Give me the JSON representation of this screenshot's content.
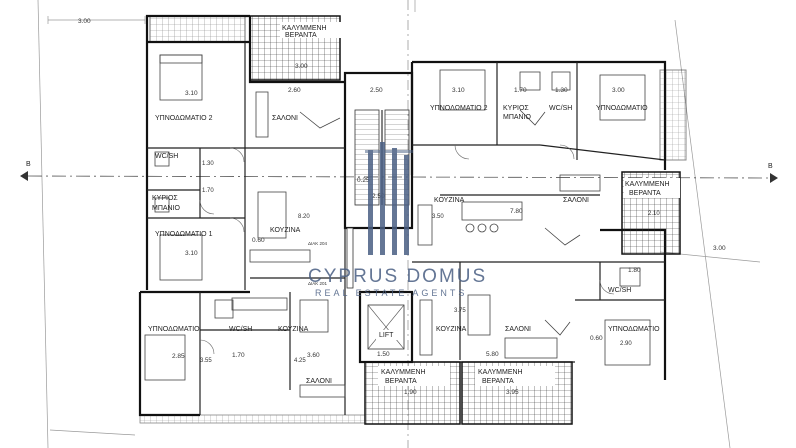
{
  "brand": {
    "name": "CYPRUS DOMUS",
    "tagline": "REAL ESTATE AGENTS",
    "color": "#4a5f83"
  },
  "axis_marker": "B",
  "rooms": {
    "bed2_left": "ΥΠΝΟΔΩΜΑΤΙΟ 2",
    "saloni_top_left": "ΣΑΛΟΝΙ",
    "wcsh_left": "WC/SH",
    "kyrios_left_1": "ΚΥΡΙΟΣ",
    "kyrios_left_2": "ΜΠΑΝΙΟ",
    "bed1_left": "ΥΠΝΟΔΩΜΑΤΙΟ 1",
    "kouzina_left": "ΚΟΥΖΙΝΑ",
    "bed_bottom_left": "ΥΠΝΟΔΩΜΑΤΙΟ",
    "wcsh_bottom_left": "WC/SH",
    "kouzina_bottom_left": "ΚΟΥΖΙΝΑ",
    "saloni_bottom_left": "ΣΑΛΟΝΙ",
    "lift": "LIFT",
    "kouzina_bottom_mid": "ΚΟΥΖΙΝΑ",
    "saloni_bottom_mid": "ΣΑΛΟΝΙ",
    "wcsh_bottom_right": "WC/SH",
    "bed_bottom_right": "ΥΠΝΟΔΩΜΑΤΙΟ",
    "bed2_right": "ΥΠΝΟΔΩΜΑΤΙΟ 2",
    "kyrios_right_1": "ΚΥΡΙΟΣ",
    "kyrios_right_2": "ΜΠΑΝΙΟ",
    "wcsh_top_right": "WC/SH",
    "bed_top_right": "ΥΠΝΟΔΩΜΑΤΙΟ",
    "kouzina_right": "ΚΟΥΖΙΝΑ",
    "saloni_right": "ΣΑΛΟΝΙ",
    "veranda_top_1": "ΚΑΛΥΜΜΕΝΗ",
    "veranda_top_2": "ΒΕΡΑΝΤΑ",
    "veranda_right_1": "ΚΑΛΥΜΜΕΝΗ",
    "veranda_right_2": "ΒΕΡΑΝΤΑ",
    "veranda_bl_1": "ΚΑΛΥΜΜΕΝΗ",
    "veranda_bl_2": "ΒΕΡΑΝΤΑ",
    "veranda_br_1": "ΚΑΛΥΜΜΕΝΗ",
    "veranda_br_2": "ΒΕΡΑΝΤΑ",
    "duct_1": "ΔΙΑΚ 204",
    "duct_2": "ΔΙΑΚ 201"
  },
  "dimensions": {
    "d_300_topleft": "3.00",
    "d_300_veranda": "3.00",
    "d_310_left": "3.10",
    "d_260": "2.60",
    "d_250": "2.50",
    "d_310_right": "3.10",
    "d_170_right": "1.70",
    "d_130": "1.30",
    "d_300_right": "3.00",
    "d_130_left": "1.30",
    "d_170_left": "1.70",
    "d_820": "8.20",
    "d_250_mid": "2.50",
    "d_780": "7.80",
    "d_350": "3.50",
    "d_210": "2.10",
    "d_300_farright": "3.00",
    "d_310_bed1": "3.10",
    "d_060": "0.60",
    "d_025": "0.25",
    "d_285": "2.85",
    "d_170_bottom": "1.70",
    "d_360": "3.60",
    "d_355": "3.55",
    "d_425": "4.25",
    "d_150": "1.50",
    "d_375": "3.75",
    "d_580": "5.80",
    "d_180": "1.80",
    "d_060_right": "0.60",
    "d_290": "2.90",
    "d_190": "1.90",
    "d_395": "3.95"
  }
}
